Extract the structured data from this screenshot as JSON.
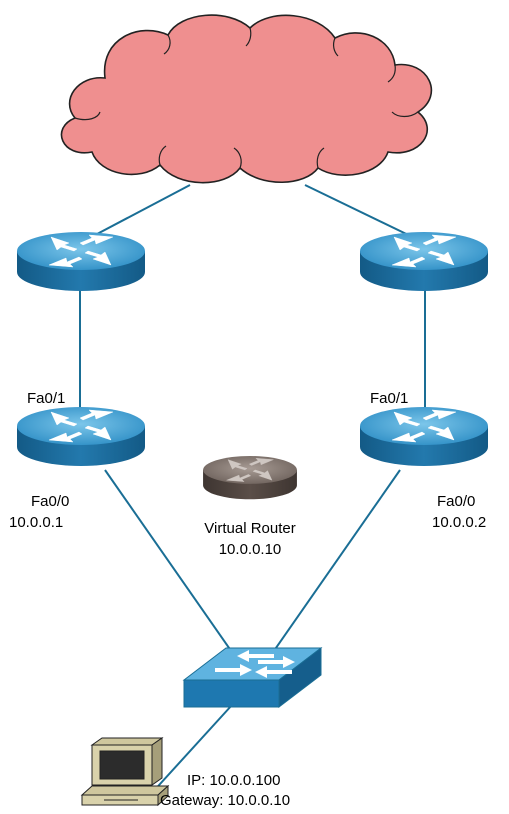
{
  "network": {
    "cloud": {
      "name": "cloud",
      "color": "#ef8f8f"
    },
    "routers": {
      "upper_left": {
        "icon": "router-icon"
      },
      "upper_right": {
        "icon": "router-icon"
      },
      "lower_left": {
        "icon": "router-icon",
        "port_up": "Fa0/1",
        "port_down": "Fa0/0",
        "ip": "10.0.0.1"
      },
      "lower_right": {
        "icon": "router-icon",
        "port_up": "Fa0/1",
        "port_down": "Fa0/0",
        "ip": "10.0.0.2"
      }
    },
    "virtual_router": {
      "icon": "virtual-router-icon",
      "label": "Virtual Router",
      "ip": "10.0.0.10",
      "color": "#7a6e68"
    },
    "switch": {
      "icon": "switch-icon"
    },
    "host": {
      "icon": "computer-icon",
      "ip_line": "IP: 10.0.0.100",
      "gateway_line": "Gateway: 10.0.0.10"
    },
    "colors": {
      "router_top": "#4ea9d8",
      "router_side": "#1c6fa3",
      "link": "#1a6e95"
    }
  }
}
